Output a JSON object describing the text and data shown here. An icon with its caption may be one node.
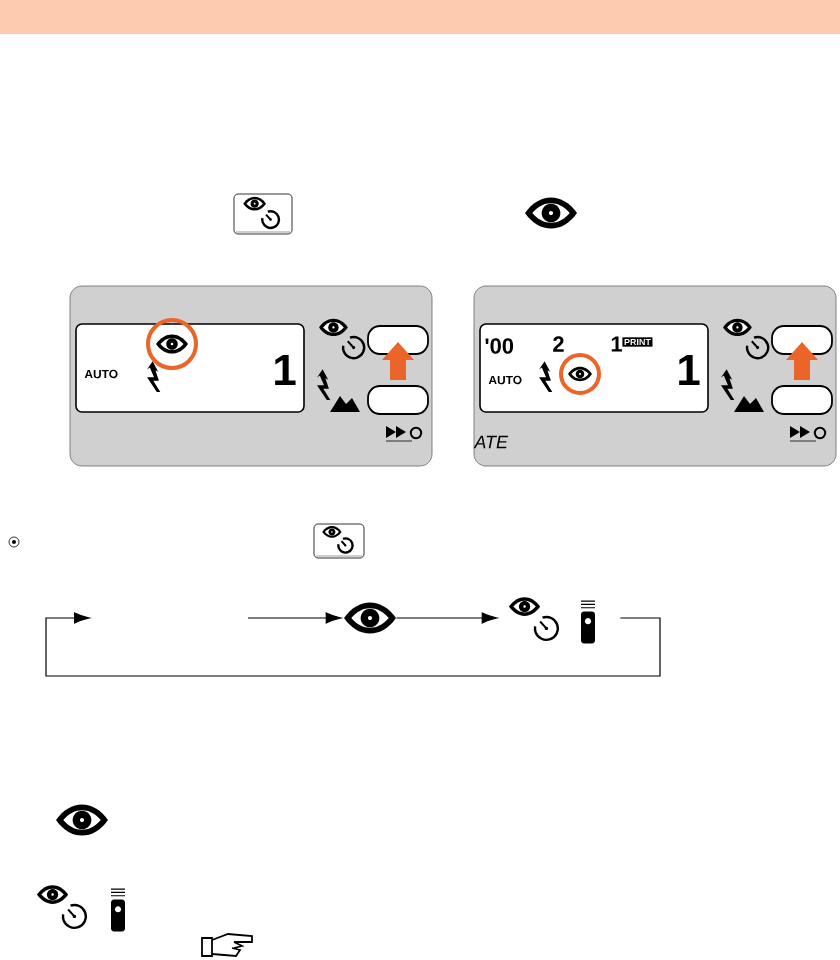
{
  "diagram": {
    "nodes": [
      {
        "text": [],
        "shape": "picture"
      },
      {
        "text": [],
        "shape": "picture"
      }
    ],
    "edges": [
      {
        "from": null,
        "to": 0,
        "arrow": "to"
      },
      {
        "from": 0,
        "to": 1,
        "arrow": "to"
      },
      {
        "from": 1,
        "to": null,
        "arrow": "to"
      }
    ],
    "labels": [
      "AUTO",
      "1",
      "'00",
      "2",
      "1",
      "PRINT",
      "AUTO",
      "1",
      "ATE"
    ]
  }
}
